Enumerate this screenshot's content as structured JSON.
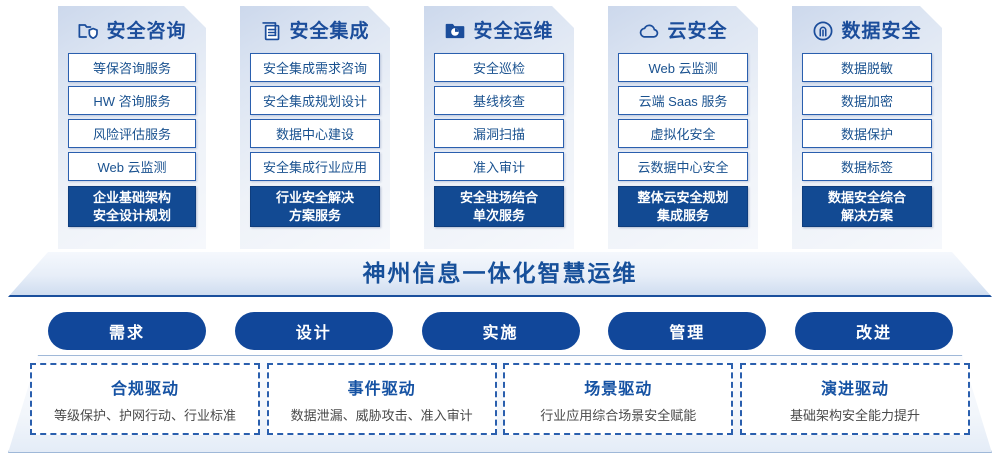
{
  "columns": [
    {
      "icon": "folder-shield-icon",
      "title": "安全咨询",
      "items": [
        "等保咨询服务",
        "HW 咨询服务",
        "风险评估服务",
        "Web 云监测"
      ],
      "final": [
        "企业基础架构",
        "安全设计规划"
      ]
    },
    {
      "icon": "stacked-documents-icon",
      "title": "安全集成",
      "items": [
        "安全集成需求咨询",
        "安全集成规划设计",
        "数据中心建设",
        "安全集成行业应用"
      ],
      "final": [
        "行业安全解决",
        "方案服务"
      ]
    },
    {
      "icon": "folder-chart-icon",
      "title": "安全运维",
      "items": [
        "安全巡检",
        "基线核查",
        "漏洞扫描",
        "准入审计"
      ],
      "final": [
        "安全驻场结合",
        "单次服务"
      ]
    },
    {
      "icon": "cloud-icon",
      "title": "云安全",
      "items": [
        "Web 云监测",
        "云端 Saas 服务",
        "虚拟化安全",
        "云数据中心安全"
      ],
      "final": [
        "整体云安全规划",
        "集成服务"
      ]
    },
    {
      "icon": "fingerprint-icon",
      "title": "数据安全",
      "items": [
        "数据脱敏",
        "数据加密",
        "数据保护",
        "数据标签"
      ],
      "final": [
        "数据安全综合",
        "解决方案"
      ]
    }
  ],
  "banner": {
    "text": "神州信息一体化智慧运维"
  },
  "pills": [
    {
      "label": "需求"
    },
    {
      "label": "设计"
    },
    {
      "label": "实施"
    },
    {
      "label": "管理"
    },
    {
      "label": "改进"
    }
  ],
  "drivers": [
    {
      "title": "合规驱动",
      "subtitle": "等级保护、护网行动、行业标准"
    },
    {
      "title": "事件驱动",
      "subtitle": "数据泄漏、威胁攻击、准入审计"
    },
    {
      "title": "场景驱动",
      "subtitle": "行业应用综合场景安全赋能"
    },
    {
      "title": "演进驱动",
      "subtitle": "基础架构安全能力提升"
    }
  ],
  "colors": {
    "brand_blue": "#1b4d9b",
    "deep_blue": "#124a93",
    "pill_blue": "#11479a",
    "item_border": "#2a5fae",
    "card_bg_top": "#ccd8ec"
  }
}
